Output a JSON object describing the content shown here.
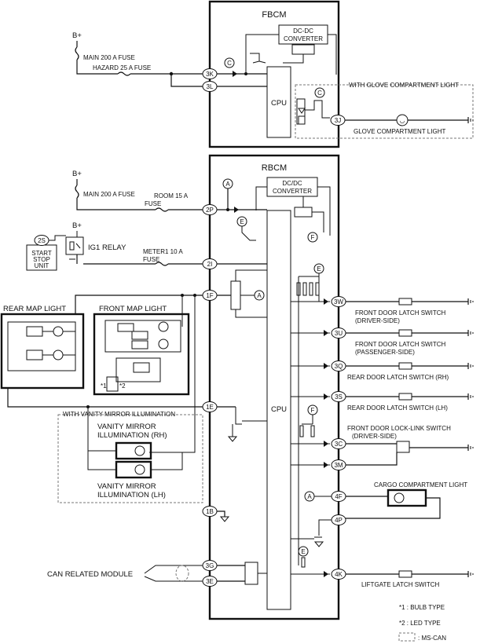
{
  "fbcm": {
    "title": "FBCM",
    "converter": [
      "DC-DC",
      "CONVERTER"
    ],
    "cpu": "CPU",
    "b_plus": "B+",
    "main_fuse": "MAIN 200 A FUSE",
    "hazard_fuse": "HAZARD 25 A FUSE",
    "terminals": [
      "3K",
      "3L",
      "3J"
    ],
    "marker_c": "C",
    "glove_group_label": "WITH GLOVE COMPARTMENT LIGHT",
    "glove_light": "GLOVE COMPARTMENT LIGHT"
  },
  "rbcm": {
    "title": "RBCM",
    "converter": [
      "DC/DC",
      "CONVERTER"
    ],
    "cpu": "CPU",
    "b_plus_1": "B+",
    "b_plus_2": "B+",
    "main_fuse": "MAIN 200 A FUSE",
    "room_fuse": [
      "ROOM 15 A",
      "FUSE"
    ],
    "meter_fuse": [
      "METER1 10 A",
      "FUSE"
    ],
    "ig1_relay": "IG1 RELAY",
    "start_stop": [
      "START",
      "STOP",
      "UNIT"
    ],
    "start_stop_terminal": "2S",
    "markers": {
      "a": "A",
      "e": "E",
      "f": "F"
    },
    "left_terminals": [
      "2P",
      "2I",
      "1F",
      "1E",
      "1B",
      "3G",
      "3E"
    ],
    "right_terminals": [
      "3W",
      "3U",
      "3Q",
      "3S",
      "3C",
      "3M",
      "4F",
      "4P",
      "4K"
    ]
  },
  "left_side": {
    "rear_map_light": "REAR MAP LIGHT",
    "front_map_light": "FRONT MAP LIGHT",
    "note1": "*1",
    "note2": "*2",
    "vanity_group": "WITH VANITY MIRROR ILLUMINATION",
    "vanity_rh": [
      "VANITY MIRROR",
      "ILLUMINATION (RH)"
    ],
    "vanity_lh": [
      "VANITY MIRROR",
      "ILLUMINATION (LH)"
    ],
    "can_module": "CAN RELATED MODULE"
  },
  "right_side": {
    "front_driver": [
      "FRONT DOOR LATCH SWITCH",
      "(DRIVER-SIDE)"
    ],
    "front_passenger": [
      "FRONT DOOR LATCH SWITCH",
      "(PASSENGER-SIDE)"
    ],
    "rear_rh": "REAR DOOR LATCH SWITCH (RH)",
    "rear_lh": "REAR DOOR LATCH SWITCH (LH)",
    "lock_link": [
      "FRONT DOOR LOCK-LINK SWITCH",
      "(DRIVER-SIDE)"
    ],
    "cargo_light": "CARGO COMPARTMENT LIGHT",
    "liftgate": "LIFTGATE LATCH SWITCH"
  },
  "legend": {
    "bulb": "*1 : BULB TYPE",
    "led": "*2 : LED TYPE",
    "mscan": ": MS-CAN"
  }
}
